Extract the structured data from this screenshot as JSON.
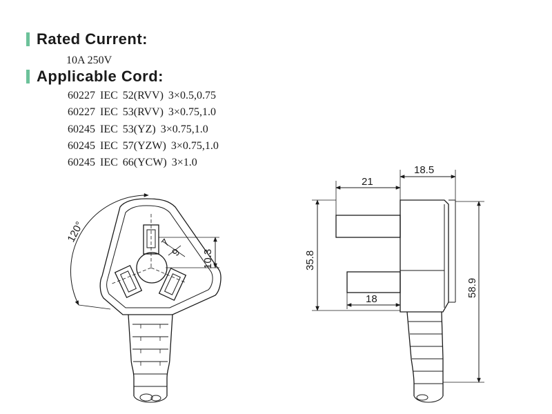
{
  "rated_current": {
    "title": "Rated Current:",
    "value": "10A 250V"
  },
  "applicable_cord": {
    "title": "Applicable Cord:",
    "items": [
      "60227 IEC 52(RVV) 3×0.5,0.75",
      "60227 IEC 53(RVV) 3×0.75,1.0",
      "60245 IEC 53(YZ) 3×0.75,1.0",
      "60245 IEC 57(YZW) 3×0.75,1.0",
      "60245 IEC 66(YCW) 3×1.0"
    ]
  },
  "front_view": {
    "angle_label": "120°",
    "pin_width_label": "7",
    "pin_thickness_label": "9",
    "pin_offset_label": "10.3"
  },
  "side_view": {
    "dim_pin_length": "21",
    "dim_body_depth": "18.5",
    "dim_pin_spacing": "35.8",
    "dim_lower_pin": "18",
    "dim_total_height": "58.9"
  },
  "colors": {
    "accent_bar": "#6cc29a",
    "line": "#1a1a1a"
  }
}
